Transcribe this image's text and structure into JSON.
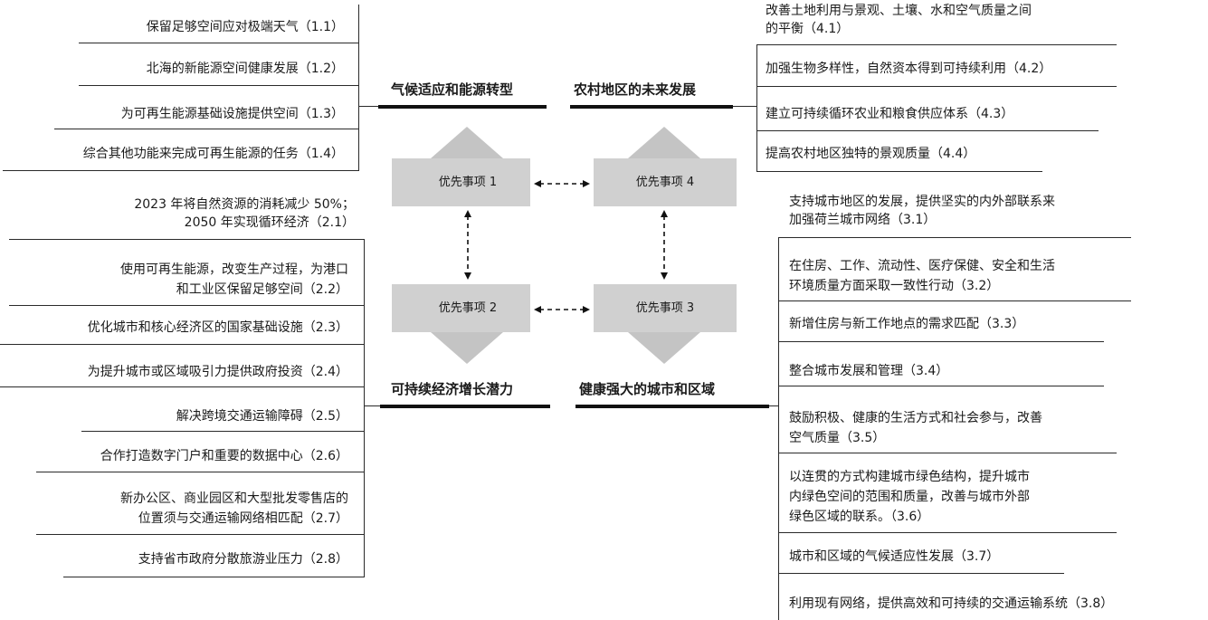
{
  "priorities": {
    "p1": "优先事项 1",
    "p2": "优先事项 2",
    "p3": "优先事项 3",
    "p4": "优先事项 4"
  },
  "headers": {
    "climate": "气候适应和能源转型",
    "rural": "农村地区的未来发展",
    "economy": "可持续经济增长潜力",
    "cities": "健康强大的城市和区域"
  },
  "group1": [
    "保留足够空间应对极端天气（1.1）",
    "北海的新能源空间健康发展（1.2）",
    "为可再生能源基础设施提供空间（1.3）",
    "综合其他功能来完成可再生能源的任务（1.4）"
  ],
  "group2": {
    "intro_line1": "2023 年将自然资源的消耗减少 50%；",
    "intro_line2": "2050 年实现循环经济（2.1）",
    "items": [
      [
        "使用可再生能源，改变生产过程，为港口",
        "和工业区保留足够空间（2.2）"
      ],
      [
        "优化城市和核心经济区的国家基础设施（2.3）"
      ],
      [
        "为提升城市或区域吸引力提供政府投资（2.4）"
      ],
      [
        "解决跨境交通运输障碍（2.5）"
      ],
      [
        "合作打造数字门户和重要的数据中心（2.6）"
      ],
      [
        "新办公区、商业园区和大型批发零售店的",
        "位置须与交通运输网络相匹配（2.7）"
      ],
      [
        "支持省市政府分散旅游业压力（2.8）"
      ]
    ]
  },
  "group4": [
    [
      "改善土地利用与景观、土壤、水和空气质量之间",
      "的平衡（4.1）"
    ],
    [
      "加强生物多样性，自然资本得到可持续利用（4.2）"
    ],
    [
      "建立可持续循环农业和粮食供应体系（4.3）"
    ],
    [
      "提高农村地区独特的景观质量（4.4）"
    ]
  ],
  "group3": {
    "intro_line1": "支持城市地区的发展，提供坚实的内外部联系来",
    "intro_line2": "加强荷兰城市网络（3.1）",
    "items": [
      [
        "在住房、工作、流动性、医疗保健、安全和生活",
        "环境质量方面采取一致性行动（3.2）"
      ],
      [
        "新增住房与新工作地点的需求匹配（3.3）"
      ],
      [
        "整合城市发展和管理（3.4）"
      ],
      [
        "鼓励积极、健康的生活方式和社会参与，改善",
        "空气质量（3.5）"
      ],
      [
        "以连贯的方式构建城市绿色结构，提升城市",
        "内绿色空间的范围和质量，改善与城市外部",
        "绿色区域的联系。（3.6）"
      ],
      [
        "城市和区域的气候适应性发展（3.7）"
      ],
      [
        "利用现有网络，提供高效和可持续的交通运输系统（3.8）"
      ]
    ]
  },
  "colors": {
    "box": "#d0d0d0",
    "arrow": "#bdbdbd",
    "line": "#2a2a2a"
  }
}
